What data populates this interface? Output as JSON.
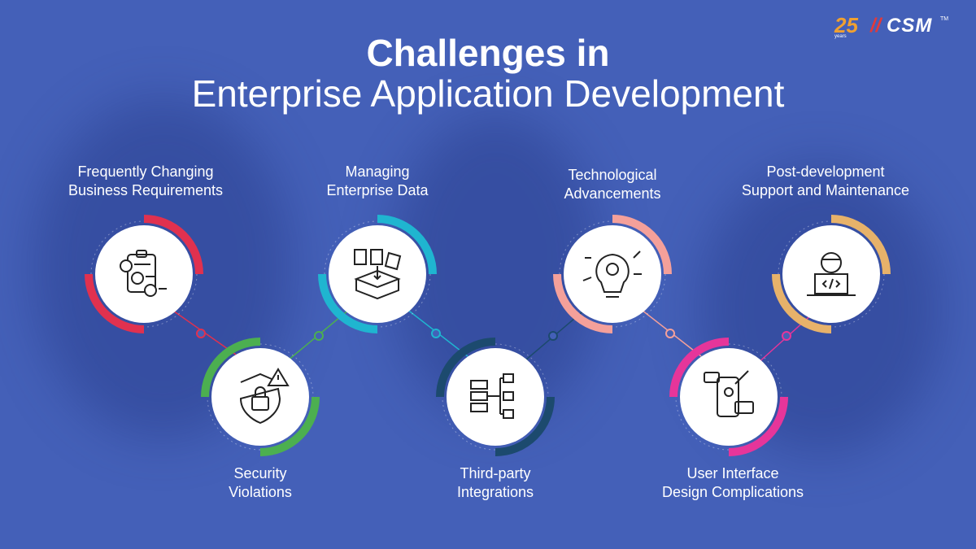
{
  "title": {
    "line1": "Challenges in",
    "line2": "Enterprise Application Development"
  },
  "logo": {
    "years": "25",
    "years_caption": "years",
    "brand": "CSM",
    "tm": "TM"
  },
  "colors": {
    "background": "#4460b8",
    "requirements": "#e0314f",
    "security": "#4caf50",
    "data": "#1fb5d0",
    "integrations": "#1c4a6e",
    "tech": "#f4a09a",
    "ui": "#e6359a",
    "support": "#e7b26a"
  },
  "challenges": [
    {
      "id": "requirements",
      "lines": [
        "Frequently Changing",
        "Business Requirements"
      ],
      "icon": "clipboard-checklist-icon"
    },
    {
      "id": "security",
      "lines": [
        "Security",
        "Violations"
      ],
      "icon": "shield-lock-warning-icon"
    },
    {
      "id": "data",
      "lines": [
        "Managing",
        "Enterprise Data"
      ],
      "icon": "documents-into-box-icon"
    },
    {
      "id": "integrations",
      "lines": [
        "Third-party",
        "Integrations"
      ],
      "icon": "server-flowchart-icon"
    },
    {
      "id": "tech",
      "lines": [
        "Technological",
        "Advancements"
      ],
      "icon": "lightbulb-gear-circuit-icon"
    },
    {
      "id": "ui",
      "lines": [
        "User Interface",
        "Design Complications"
      ],
      "icon": "mobile-ui-design-icon"
    },
    {
      "id": "support",
      "lines": [
        "Post-development",
        "Support and Maintenance"
      ],
      "icon": "developer-laptop-code-icon"
    }
  ]
}
